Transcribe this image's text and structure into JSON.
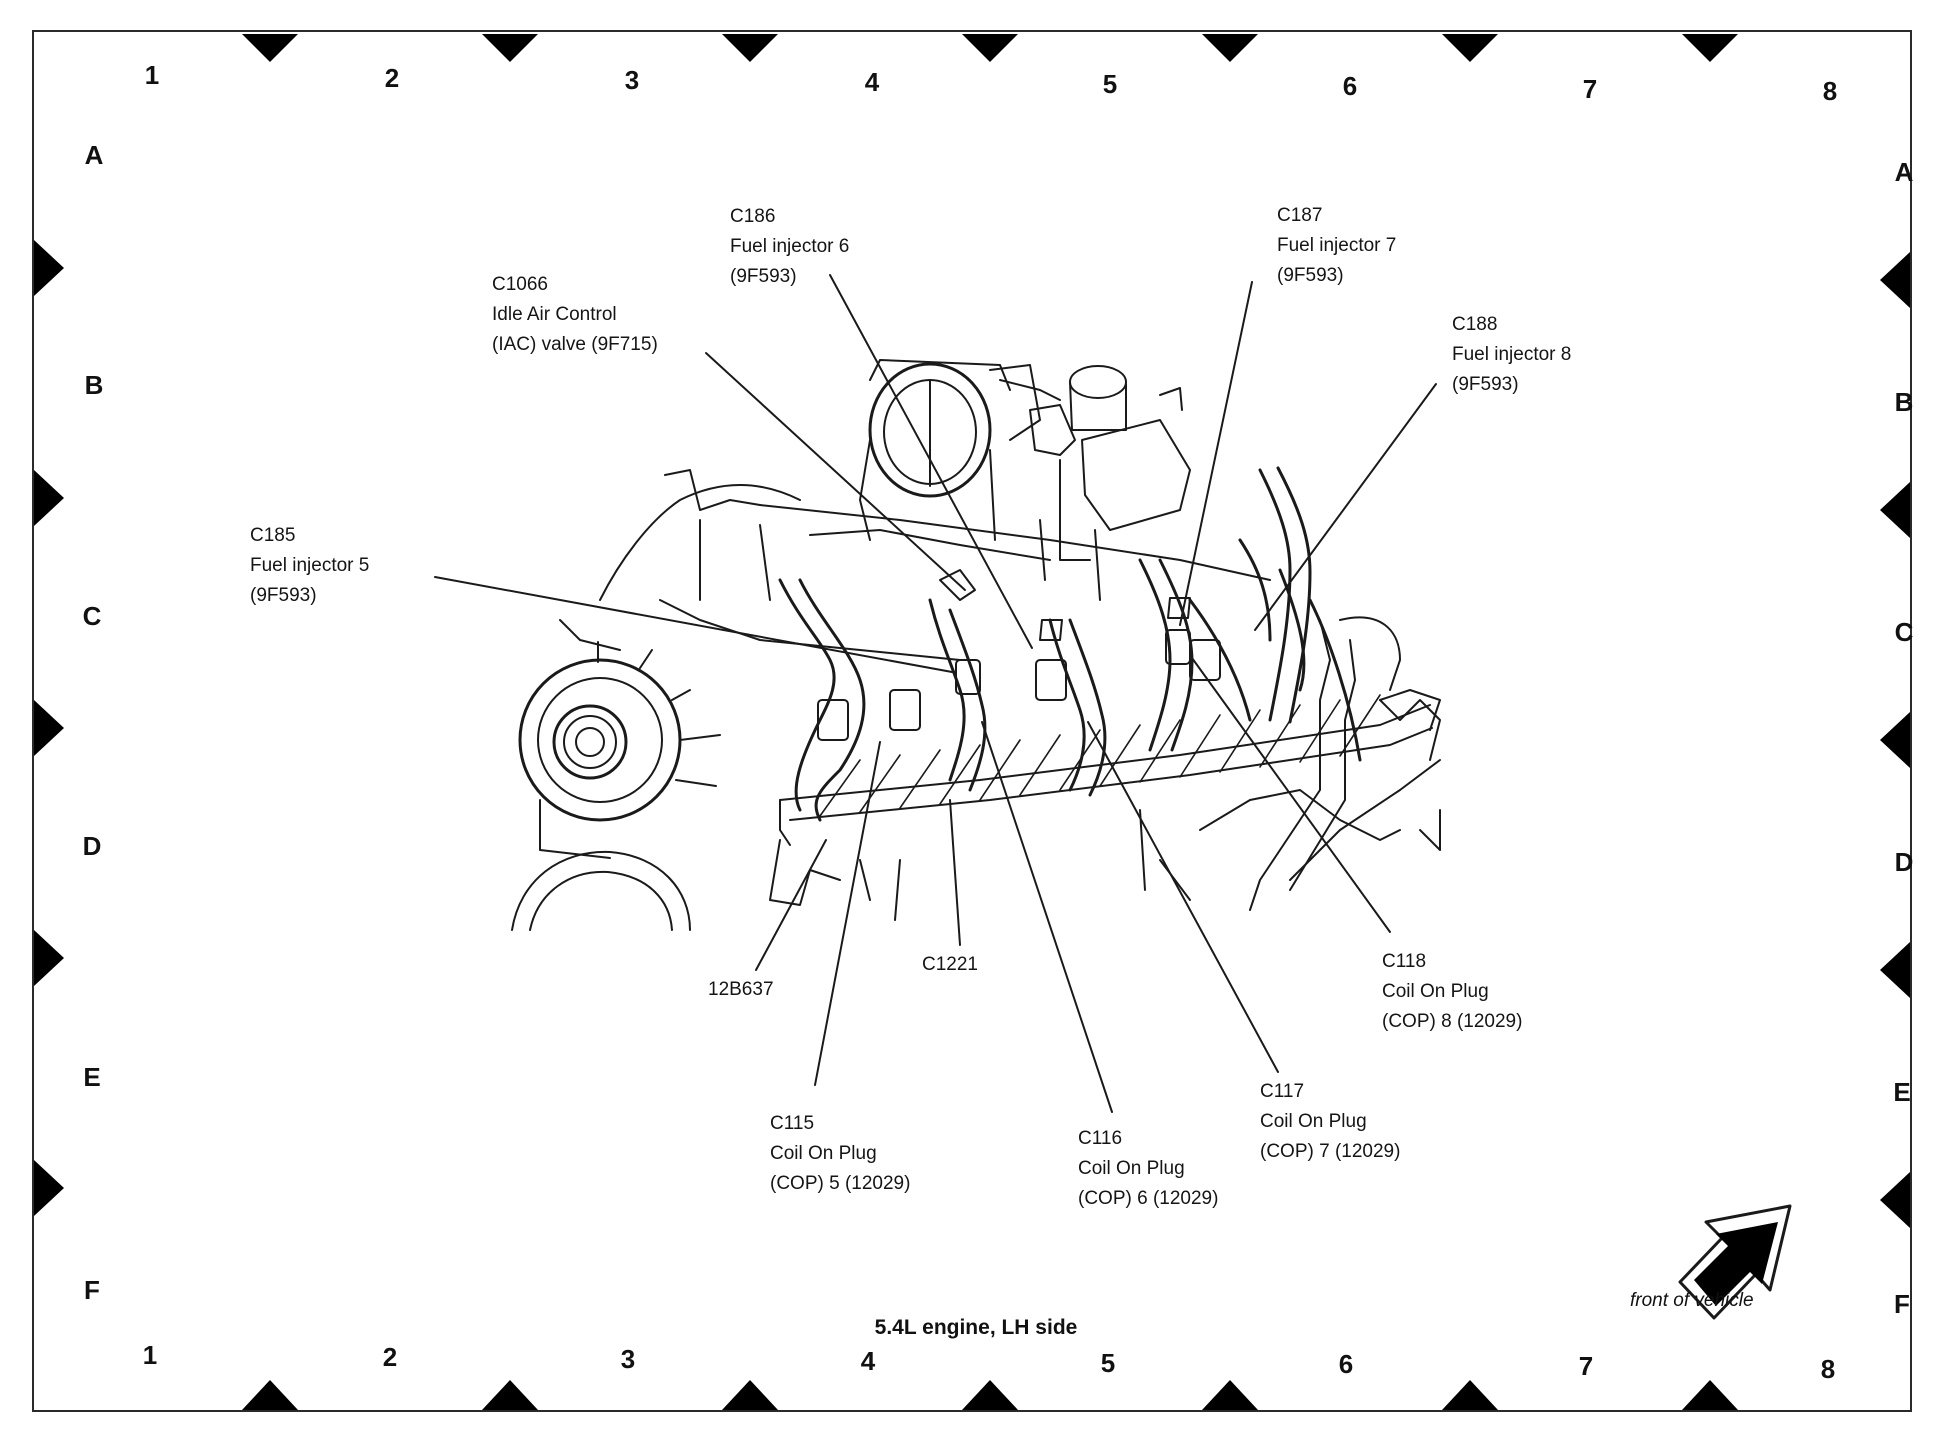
{
  "figure": {
    "caption": "5.4L engine, LH side",
    "front_indicator": "front of vehicle",
    "colors": {
      "ink": "#1a1a1a",
      "paper": "#ffffff",
      "marker_fill": "#000000"
    }
  },
  "grid": {
    "columns": [
      "1",
      "2",
      "3",
      "4",
      "5",
      "6",
      "7",
      "8"
    ],
    "rows": [
      "A",
      "B",
      "C",
      "D",
      "E",
      "F"
    ]
  },
  "callouts": {
    "c1066": {
      "id": "C1066",
      "lines": [
        "Idle Air Control",
        "(IAC) valve (9F715)"
      ]
    },
    "c186": {
      "id": "C186",
      "lines": [
        "Fuel injector 6",
        "(9F593)"
      ]
    },
    "c187": {
      "id": "C187",
      "lines": [
        "Fuel injector 7",
        "(9F593)"
      ]
    },
    "c188": {
      "id": "C188",
      "lines": [
        "Fuel injector 8",
        "(9F593)"
      ]
    },
    "c185": {
      "id": "C185",
      "lines": [
        "Fuel injector 5",
        "(9F593)"
      ]
    },
    "p12b637": {
      "id": "12B637",
      "lines": []
    },
    "c1221": {
      "id": "C1221",
      "lines": []
    },
    "c118": {
      "id": "C118",
      "lines": [
        "Coil On Plug",
        "(COP) 8 (12029)"
      ]
    },
    "c117": {
      "id": "C117",
      "lines": [
        "Coil On Plug",
        "(COP) 7 (12029)"
      ]
    },
    "c116": {
      "id": "C116",
      "lines": [
        "Coil On Plug",
        "(COP) 6 (12029)"
      ]
    },
    "c115": {
      "id": "C115",
      "lines": [
        "Coil On Plug",
        "(COP) 5 (12029)"
      ]
    }
  }
}
